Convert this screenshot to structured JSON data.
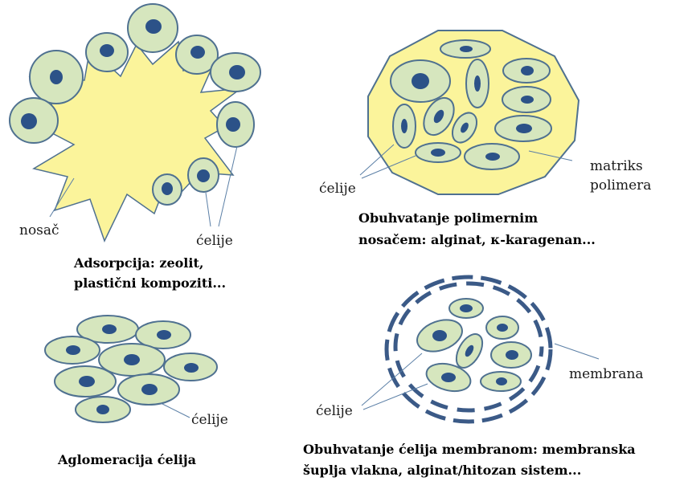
{
  "panels": {
    "adsorption": {
      "carrier_label": "nosač",
      "cells_label": "ćelije",
      "caption_line1": "Adsorpcija: zeolit,",
      "caption_line2": "plastični kompoziti..."
    },
    "entrapment": {
      "cells_label": "ćelije",
      "matrix_label_line1": "matriks",
      "matrix_label_line2": "polimera",
      "caption_line1": "Obuhvatanje polimernim",
      "caption_line2": "nosačem: alginat, κ-karagenan..."
    },
    "aggregation": {
      "cells_label": "ćelije",
      "caption": "Aglomeracija ćelija"
    },
    "membrane": {
      "cells_label": "ćelije",
      "membrane_label": "membrana",
      "caption_line1": "Obuhvatanje ćelija membranom: membranska",
      "caption_line2": "šuplja vlakna, alginat/hitozan sistem..."
    }
  },
  "colors": {
    "cell_fill": "#d6e6be",
    "cell_stroke": "#4f7190",
    "nucleus": "#2c5288",
    "carrier_fill": "#fbf49b",
    "membrane": "#3b5a87",
    "leader": "#5b7fa6"
  }
}
